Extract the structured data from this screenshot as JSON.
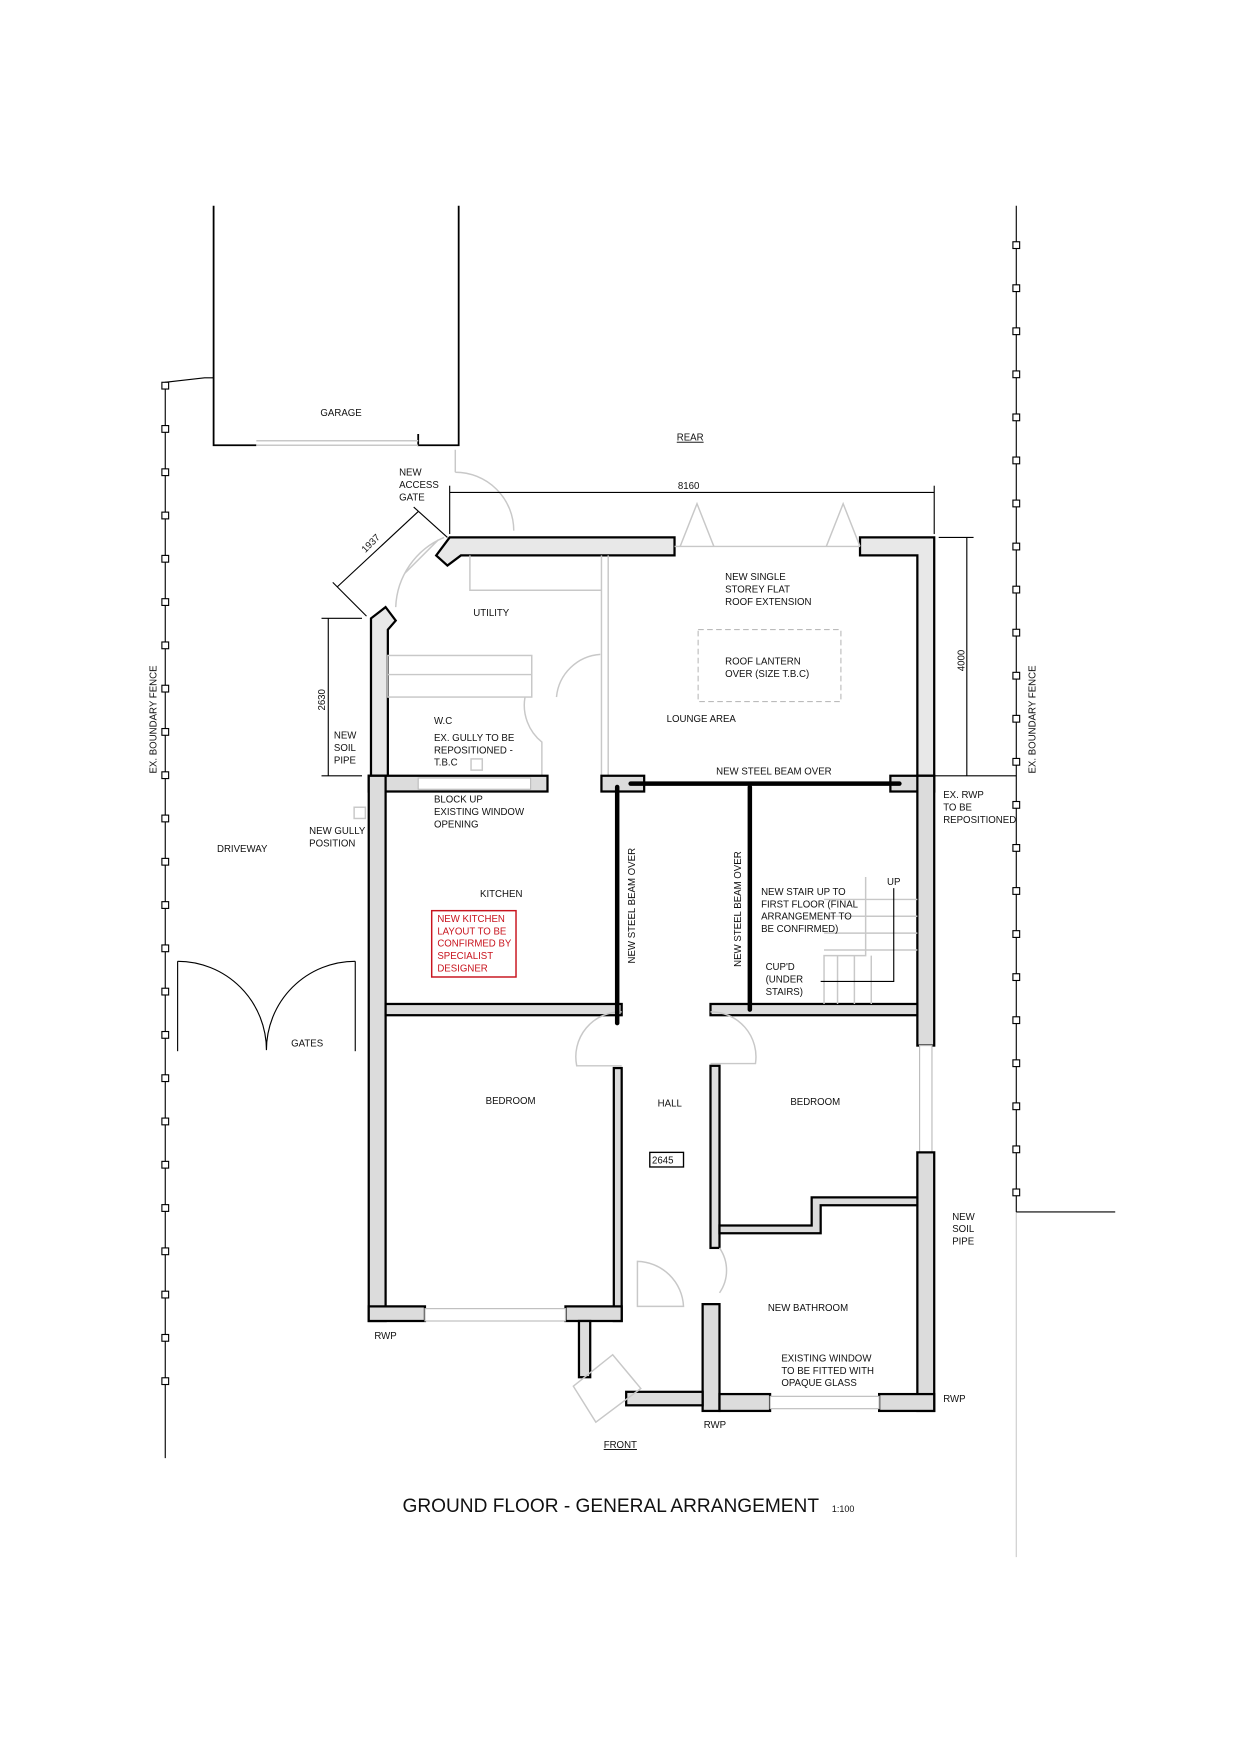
{
  "title": "GROUND FLOOR - GENERAL ARRANGEMENT",
  "scale": "1:100",
  "colors": {
    "wall_fill": "#dcdcdc",
    "note_red": "#c8141e"
  },
  "labels": {
    "garage": "GARAGE",
    "rear": "REAR",
    "front": "FRONT",
    "access_gate": [
      "NEW",
      "ACCESS",
      "GATE"
    ],
    "utility": "UTILITY",
    "wc": "W.C",
    "gully": [
      "EX. GULLY TO BE",
      "REPOSITIONED -",
      "T.B.C"
    ],
    "soil_pipe_left": [
      "NEW",
      "SOIL",
      "PIPE"
    ],
    "extension": [
      "NEW SINGLE",
      "STOREY FLAT",
      "ROOF EXTENSION"
    ],
    "lantern": [
      "ROOF LANTERN",
      "OVER (SIZE T.B.C)"
    ],
    "lounge": "LOUNGE AREA",
    "beam_top": "NEW STEEL BEAM OVER",
    "beam_left": "NEW STEEL BEAM OVER",
    "beam_right": "NEW STEEL BEAM OVER",
    "rwp_reposition": [
      "EX. RWP",
      "TO BE",
      "REPOSITIONED"
    ],
    "block_up": [
      "BLOCK UP",
      "EXISTING WINDOW",
      "OPENING"
    ],
    "new_gully": [
      "NEW GULLY",
      "POSITION"
    ],
    "driveway": "DRIVEWAY",
    "kitchen": "KITCHEN",
    "kitchen_note": [
      "NEW KITCHEN",
      "LAYOUT TO BE",
      "CONFIRMED BY",
      "SPECIALIST",
      "DESIGNER"
    ],
    "stair": [
      "NEW STAIR UP TO",
      "FIRST FLOOR (FINAL",
      "ARRANGEMENT TO",
      "BE CONFIRMED)"
    ],
    "up": "UP",
    "cupd": [
      "CUP'D",
      "(UNDER",
      "STAIRS)"
    ],
    "gates": "GATES",
    "bedroom_left": "BEDROOM",
    "hall": "HALL",
    "bedroom_right": "BEDROOM",
    "hall_dim": "2645",
    "soil_pipe_right": [
      "NEW",
      "SOIL",
      "PIPE"
    ],
    "bathroom": "NEW BATHROOM",
    "existing_window": [
      "EXISTING WINDOW",
      "TO BE FITTED WITH",
      "OPAQUE GLASS"
    ],
    "rwp_left": "RWP",
    "rwp_front": "RWP",
    "rwp_right": "RWP",
    "fence_left": "EX. BOUNDARY FENCE",
    "fence_right": "EX. BOUNDARY FENCE"
  },
  "dimensions": {
    "width": "8160",
    "depth": "4000",
    "side": "2630",
    "diagonal": "1937"
  }
}
